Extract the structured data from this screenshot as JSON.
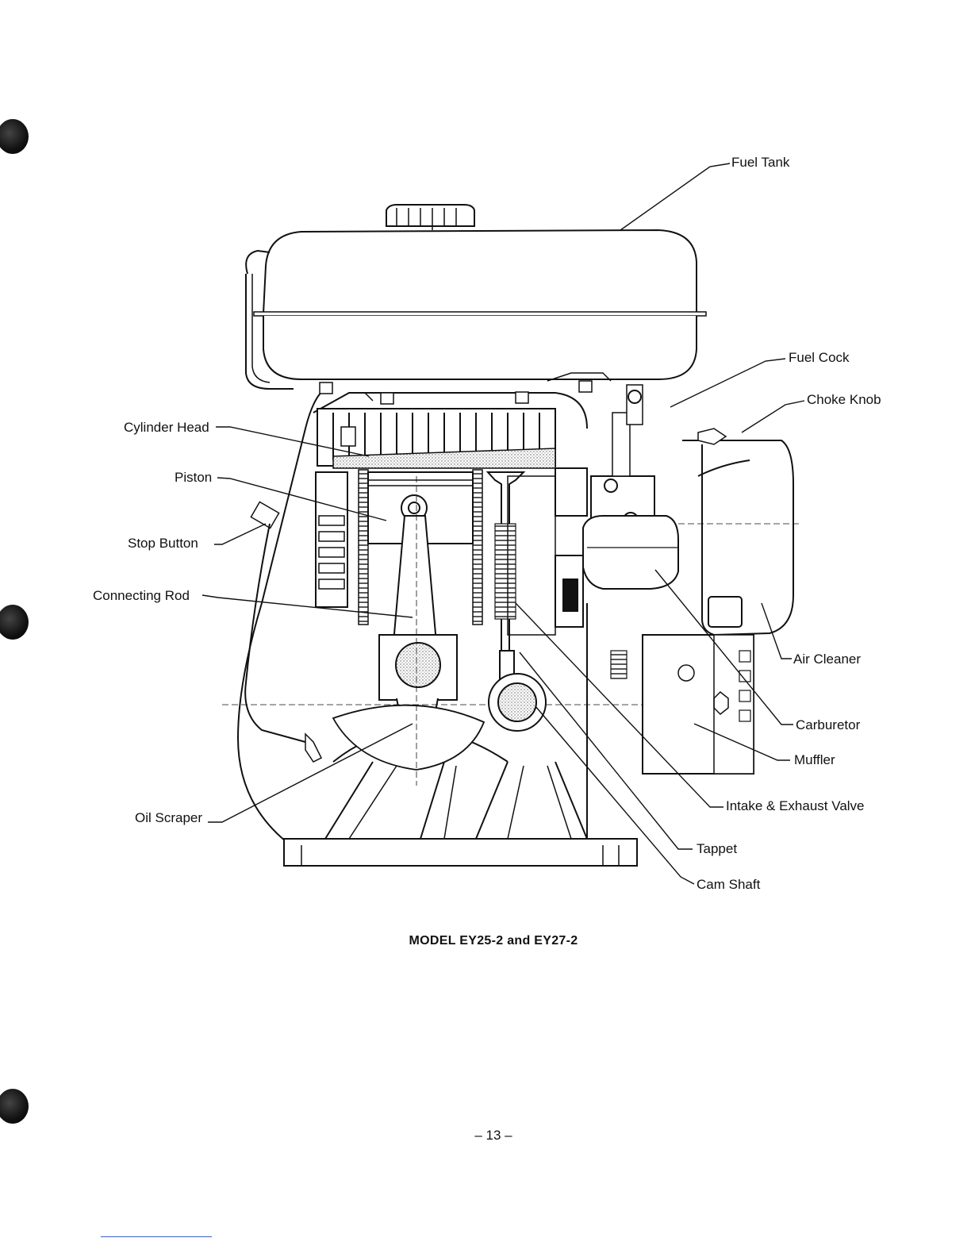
{
  "diagram": {
    "caption": "MODEL  EY25-2 and EY27-2",
    "labels": {
      "fuel_tank": "Fuel Tank",
      "fuel_cock": "Fuel Cock",
      "choke_knob": "Choke Knob",
      "cylinder_head": "Cylinder Head",
      "piston": "Piston",
      "stop_button": "Stop Button",
      "connecting_rod": "Connecting Rod",
      "air_cleaner": "Air Cleaner",
      "carburetor": "Carburetor",
      "muffler": "Muffler",
      "oil_scraper": "Oil Scraper",
      "intake_exhaust_valve": "Intake & Exhaust Valve",
      "tappet": "Tappet",
      "cam_shaft": "Cam Shaft"
    }
  },
  "page": {
    "number": "– 13 –"
  }
}
